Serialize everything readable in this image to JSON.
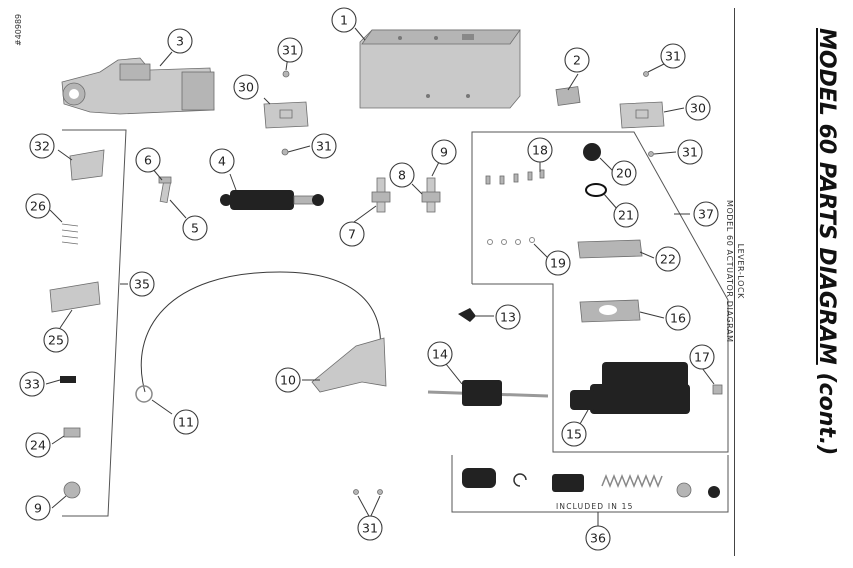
{
  "diagram": {
    "ref_code": "#40989",
    "title_main": "MODEL 60 PARTS DIAGRAM",
    "title_suffix": " (cont.)",
    "caption_line1": "LEVER-LOCK",
    "caption_line2": "MODEL 60 ACTUATOR DIAGRAM",
    "included_label": "INCLUDED IN 15",
    "callouts": [
      "1",
      "2",
      "3",
      "4",
      "5",
      "6",
      "7",
      "8",
      "9",
      "9",
      "10",
      "11",
      "13",
      "14",
      "15",
      "16",
      "17",
      "18",
      "19",
      "20",
      "21",
      "22",
      "24",
      "25",
      "26",
      "30",
      "30",
      "31",
      "31",
      "31",
      "31",
      "31",
      "32",
      "33",
      "35",
      "36",
      "37"
    ]
  }
}
